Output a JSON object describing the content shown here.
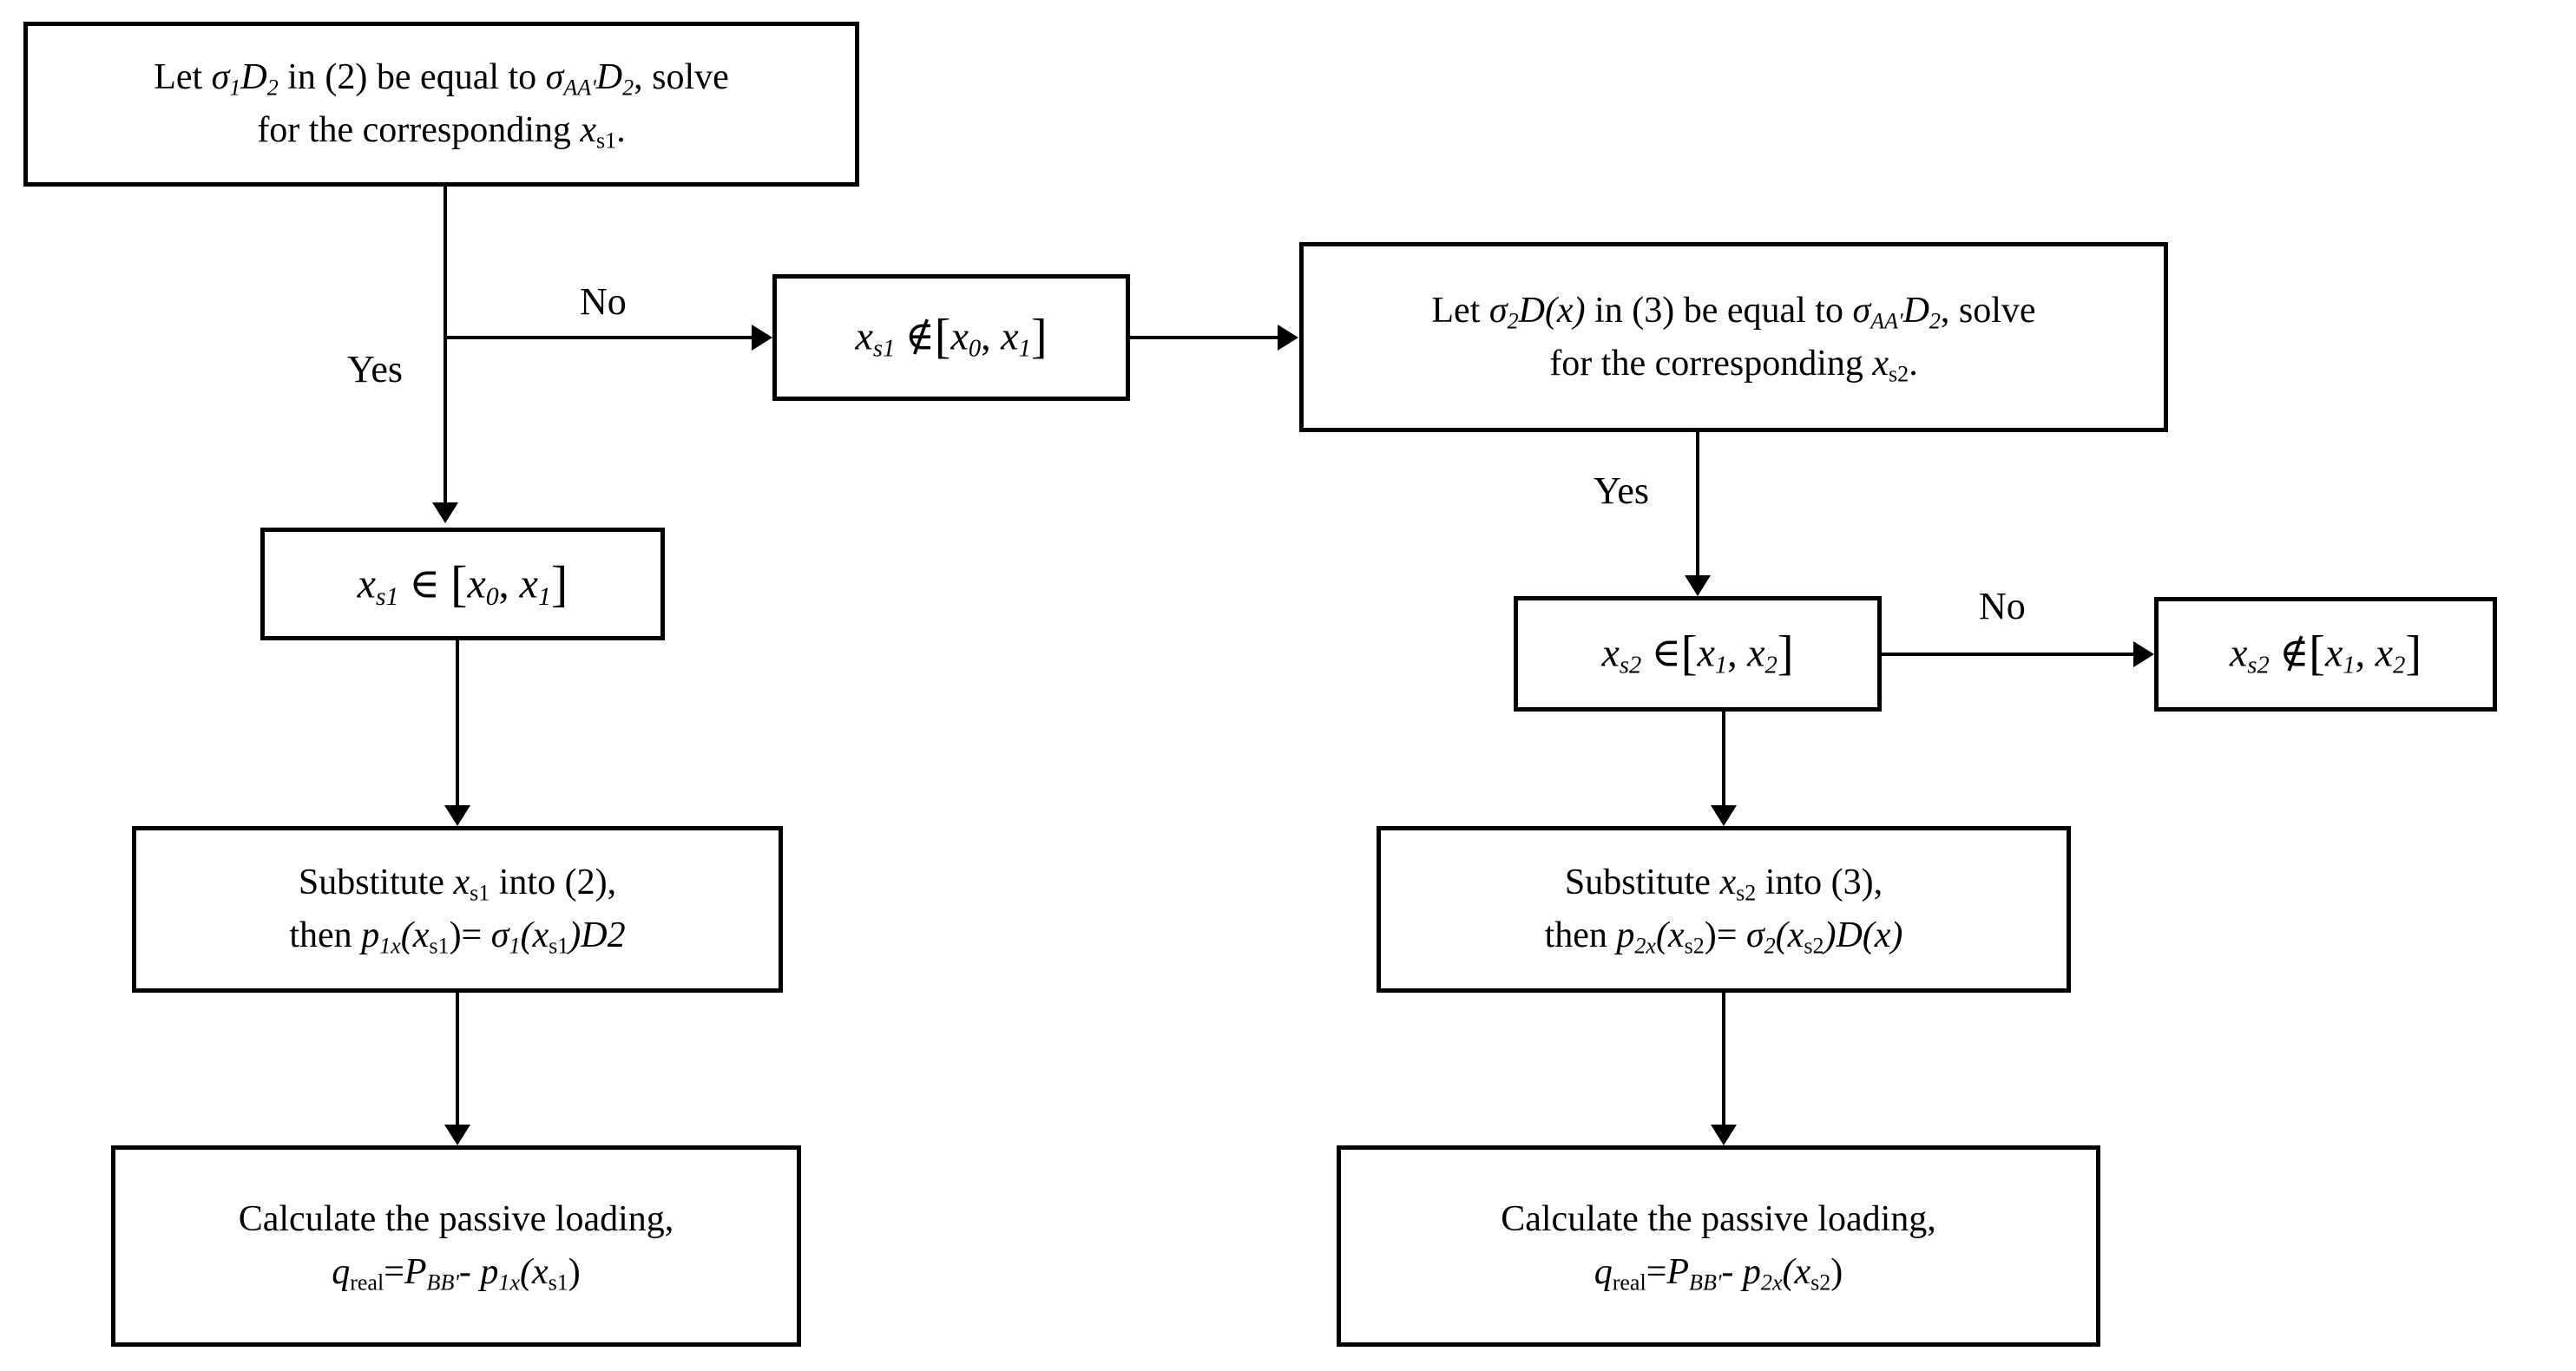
{
  "diagram": {
    "title": "Passive loading solution flowchart",
    "background_color": "#ffffff",
    "line_color": "#000000"
  },
  "nodes": {
    "start_left": {
      "line1": "Let σ₁D₂ in (2) be equal to σₐₐʹD₂, solve",
      "line1_parts": {
        "a": "Let ",
        "sigma": "σ",
        "sub1": "1",
        "d": "D",
        "sub2": "2",
        "b": " in (2) be equal to ",
        "sigma2": "σ",
        "subAA": "AAʹ",
        "d2": "D",
        "sub22": "2",
        "c": ", solve"
      },
      "line2": "for the corresponding xₛ₁."
    },
    "not_in_interval_1": {
      "var": "x",
      "var_sub": "s1",
      "relation": "∉",
      "interval_open": "[",
      "lower": "x",
      "lower_sub": "0",
      "comma": ", ",
      "upper": "x",
      "upper_sub": "1",
      "interval_close": "]"
    },
    "start_right": {
      "line1_parts": {
        "a": "Let ",
        "sigma": "σ",
        "sub1": "2",
        "d": "D(x)",
        "b": " in (3) be equal to ",
        "sigma2": "σ",
        "subAA": "AAʹ",
        "d2": "D",
        "sub22": "2",
        "c": ", solve"
      },
      "line2": "for the corresponding xₛ₂."
    },
    "in_interval_1": {
      "var": "x",
      "var_sub": "s1",
      "relation": "∈",
      "interval_open": "[",
      "lower": "x",
      "lower_sub": "0",
      "comma": ", ",
      "upper": "x",
      "upper_sub": "1",
      "interval_close": "]"
    },
    "in_interval_2": {
      "var": "x",
      "var_sub": "s2",
      "relation": "∈",
      "interval_open": "[",
      "lower": "x",
      "lower_sub": "1",
      "comma": ", ",
      "upper": "x",
      "upper_sub": "2",
      "interval_close": "]"
    },
    "not_in_interval_2": {
      "var": "x",
      "var_sub": "s2",
      "relation": "∉",
      "interval_open": "[",
      "lower": "x",
      "lower_sub": "1",
      "comma": ", ",
      "upper": "x",
      "upper_sub": "2",
      "interval_close": "]"
    },
    "substitute_left": {
      "line1_a": "Substitute ",
      "line1_var": "x",
      "line1_sub": "s1",
      "line1_b": " into (2),",
      "line2_a": "then ",
      "line2_p": "p",
      "line2_psub": "1x",
      "line2_arg": "(x",
      "line2_argsub": "s1",
      "line2_eq": ")= ",
      "line2_sigma": "σ",
      "line2_sigsub": "1",
      "line2_arg2": "(x",
      "line2_arg2sub": "s1",
      "line2_tail": ")D2"
    },
    "substitute_right": {
      "line1_a": "Substitute ",
      "line1_var": "x",
      "line1_sub": "s2",
      "line1_b": " into (3),",
      "line2_a": "then ",
      "line2_p": "p",
      "line2_psub": "2x",
      "line2_arg": "(x",
      "line2_argsub": "s2",
      "line2_eq": ")= ",
      "line2_sigma": "σ",
      "line2_sigsub": "2",
      "line2_arg2": "(x",
      "line2_arg2sub": "s2",
      "line2_tail": ")D(x)"
    },
    "calculate_left": {
      "line1": "Calculate the passive loading,",
      "line2_q": "q",
      "line2_qsub": "real",
      "line2_eq": "=",
      "line2_P": "P",
      "line2_Psub": "BBʹ",
      "line2_minus": "- ",
      "line2_p": "p",
      "line2_psub": "1x",
      "line2_arg": "(x",
      "line2_argsub": "s1",
      "line2_close": ")"
    },
    "calculate_right": {
      "line1": "Calculate the passive loading,",
      "line2_q": "q",
      "line2_qsub": "real",
      "line2_eq": "=",
      "line2_P": "P",
      "line2_Psub": "BBʹ",
      "line2_minus": "- ",
      "line2_p": "p",
      "line2_psub": "2x",
      "line2_arg": "(x",
      "line2_argsub": "s2",
      "line2_close": ")"
    }
  },
  "edge_labels": {
    "yes_left": "Yes",
    "no_left": "No",
    "yes_right": "Yes",
    "no_right": "No"
  }
}
